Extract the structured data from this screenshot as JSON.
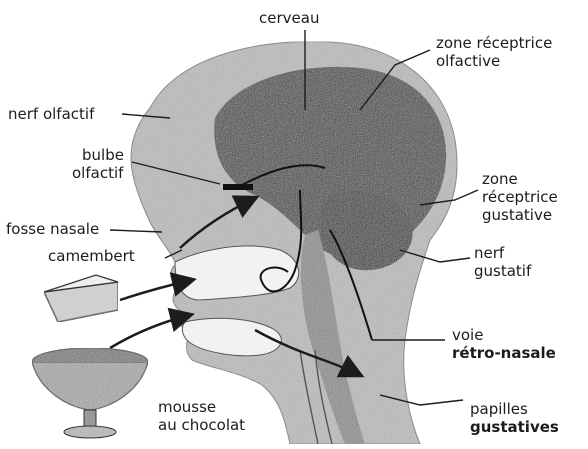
{
  "labels": {
    "cerveau": "cerveau",
    "zone_olfactive_1": "zone réceptrice",
    "zone_olfactive_2": "olfactive",
    "nerf_olfactif": "nerf olfactif",
    "bulbe_1": "bulbe",
    "bulbe_2": "olfactif",
    "zone_gustative_1": "zone",
    "zone_gustative_2": "réceptrice",
    "zone_gustative_3": "gustative",
    "fosse_nasale": "fosse nasale",
    "nerf_gustatif_1": "nerf",
    "nerf_gustatif_2": "gustatif",
    "camembert": "camembert",
    "voie_1": "voie",
    "voie_2": "rétro-nasale",
    "mousse_1": "mousse",
    "mousse_2": "au chocolat",
    "papilles_1": "papilles",
    "papilles_2": "gustatives"
  },
  "colors": {
    "ink": "#1c1c1c",
    "head_shade": "#bdbdbd",
    "brain_shade": "#3a3a3a",
    "background": "#ffffff"
  }
}
